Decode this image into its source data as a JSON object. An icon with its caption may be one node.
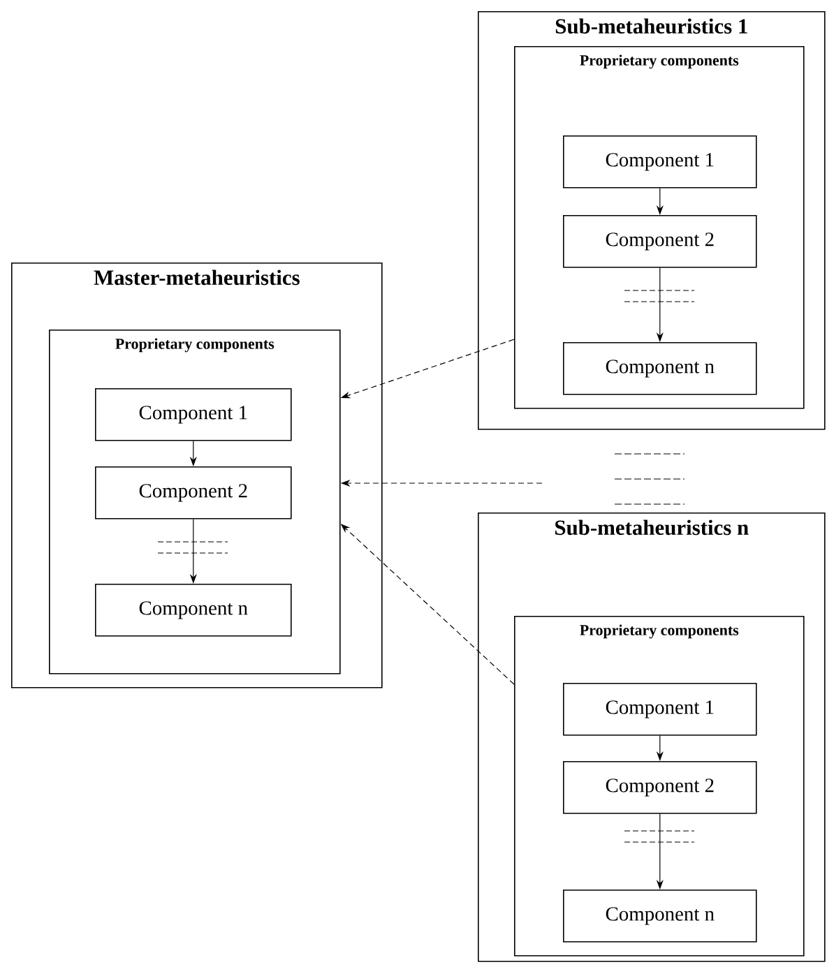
{
  "diagram": {
    "nodes": [
      {
        "text": [
          "Master-metaheuristics"
        ]
      },
      {
        "text": [
          "Proprietary components"
        ],
        "in": 0
      },
      {
        "text": [
          "Component 1"
        ],
        "in": 1
      },
      {
        "text": [
          "Component 2"
        ],
        "in": 1
      },
      {
        "text": [
          "Component n"
        ],
        "in": 1
      },
      {
        "text": [
          "Sub-metaheuristics 1"
        ]
      },
      {
        "text": [
          "Proprietary components"
        ],
        "in": 5
      },
      {
        "text": [
          "Component 1"
        ],
        "in": 6
      },
      {
        "text": [
          "Component 2"
        ],
        "in": 6
      },
      {
        "text": [
          "Component n"
        ],
        "in": 6
      },
      {
        "text": [
          "Sub-metaheuristics n"
        ]
      },
      {
        "text": [
          "Proprietary components"
        ],
        "in": 10
      },
      {
        "text": [
          "Component 1"
        ],
        "in": 11
      },
      {
        "text": [
          "Component 2"
        ],
        "in": 11
      },
      {
        "text": [
          "Component n"
        ],
        "in": 11
      }
    ],
    "edges": [
      {
        "from": 2,
        "to": 3,
        "arrow": "to"
      },
      {
        "from": 3,
        "to": 4,
        "arrow": "to"
      },
      {
        "from": 7,
        "to": 8,
        "arrow": "to"
      },
      {
        "from": 8,
        "to": 9,
        "arrow": "to"
      },
      {
        "from": 12,
        "to": 13,
        "arrow": "to"
      },
      {
        "from": 13,
        "to": 14,
        "arrow": "to"
      },
      {
        "from": 6,
        "to": 1,
        "arrow": "to",
        "style": "dashed"
      },
      {
        "from": null,
        "to": 1,
        "arrow": "to",
        "style": "dashed"
      },
      {
        "from": 11,
        "to": 1,
        "arrow": "to",
        "style": "dashed"
      }
    ]
  }
}
